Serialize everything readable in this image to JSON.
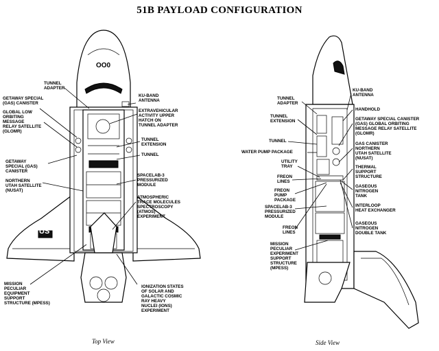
{
  "title": "51B PAYLOAD CONFIGURATION",
  "views": {
    "top": "Top View",
    "side": "Side View"
  },
  "top_labels": {
    "tunnel_adapter": "TUNNEL\nADAPTER",
    "gas_canister": "GETAWAY SPECIAL\n(GAS) CANISTER",
    "glomr": "GLOBAL LOW\nORBITING\nMESSAGE\nRELAY SATELLITE\n(GLOMR)",
    "gas_canister2": "GETAWAY\nSPECIAL (GAS)\nCANISTER",
    "nusat": "NORTHERN\nUTAH SATELLITE\n(NUSAT)",
    "ku_antenna": "Ku-BAND\nANTENNA",
    "eva_hatch": "EXTRAVEHICULAR\nACTIVITY UPPER\nHATCH ON\nTUNNEL ADAPTER",
    "tunnel_ext": "TUNNEL\nEXTENSION",
    "tunnel": "TUNNEL",
    "spacelab": "SPACELAB-3\nPRESSURIZED\nMODULE",
    "atmos": "ATMOSPHERIC\nTRACE MOLECULES\nSPECTROSCOPY\n(ATMOS)\nEXPERIMENT",
    "mpess": "MISSION\nPECULIAR\nEQUIPMENT\nSUPPORT\nSTRUCTURE (MPESS)",
    "ions": "IONIZATION STATES\nOF SOLAR AND\nGALACTIC COSMIC\nRAY HEAVY\nNUCLEI (IONS)\nEXPERIMENT",
    "us_mark": "US"
  },
  "side_labels": {
    "tunnel_adapter": "TUNNEL\nADAPTER",
    "tunnel_ext": "TUNNEL\nEXTENSION",
    "tunnel": "TUNNEL",
    "water_pump": "WATER PUMP PACKAGE",
    "utility_tray": "UTILITY\nTRAY",
    "freon_lines": "FREON\nLINES",
    "freon_pump": "FREON\nPUMP\nPACKAGE",
    "spacelab": "SPACELAB-3\nPRESSURIZED\nMODULE",
    "freon_lines2": "FREON\nLINES",
    "mpess": "MISSION\nPECULIAR\nEXPERIMENT\nSUPPORT\nSTRUCTURE\n(MPESS)",
    "ku_antenna": "Ku-BAND\nANTENNA",
    "handhold": "HANDHOLD",
    "gas_glomr": "GETAWAY SPECIAL CANISTER\n(GAS) GLOBAL ORBITING\nMESSAGE RELAY SATELLITE\n(GLOMR)",
    "gas_nusat": "GAS CANISTER\nNORTHERN\nUTAH SATELLITE\n(NUSAT)",
    "thermal": "THERMAL\nSUPPORT\nSTRUCTURE",
    "gn_tank": "GASEOUS\nNITROGEN\nTANK",
    "heat_ex": "INTERLOOP\nHEAT EXCHANGER",
    "gn_double": "GASEOUS\nNITROGEN\nDOUBLE TANK"
  }
}
